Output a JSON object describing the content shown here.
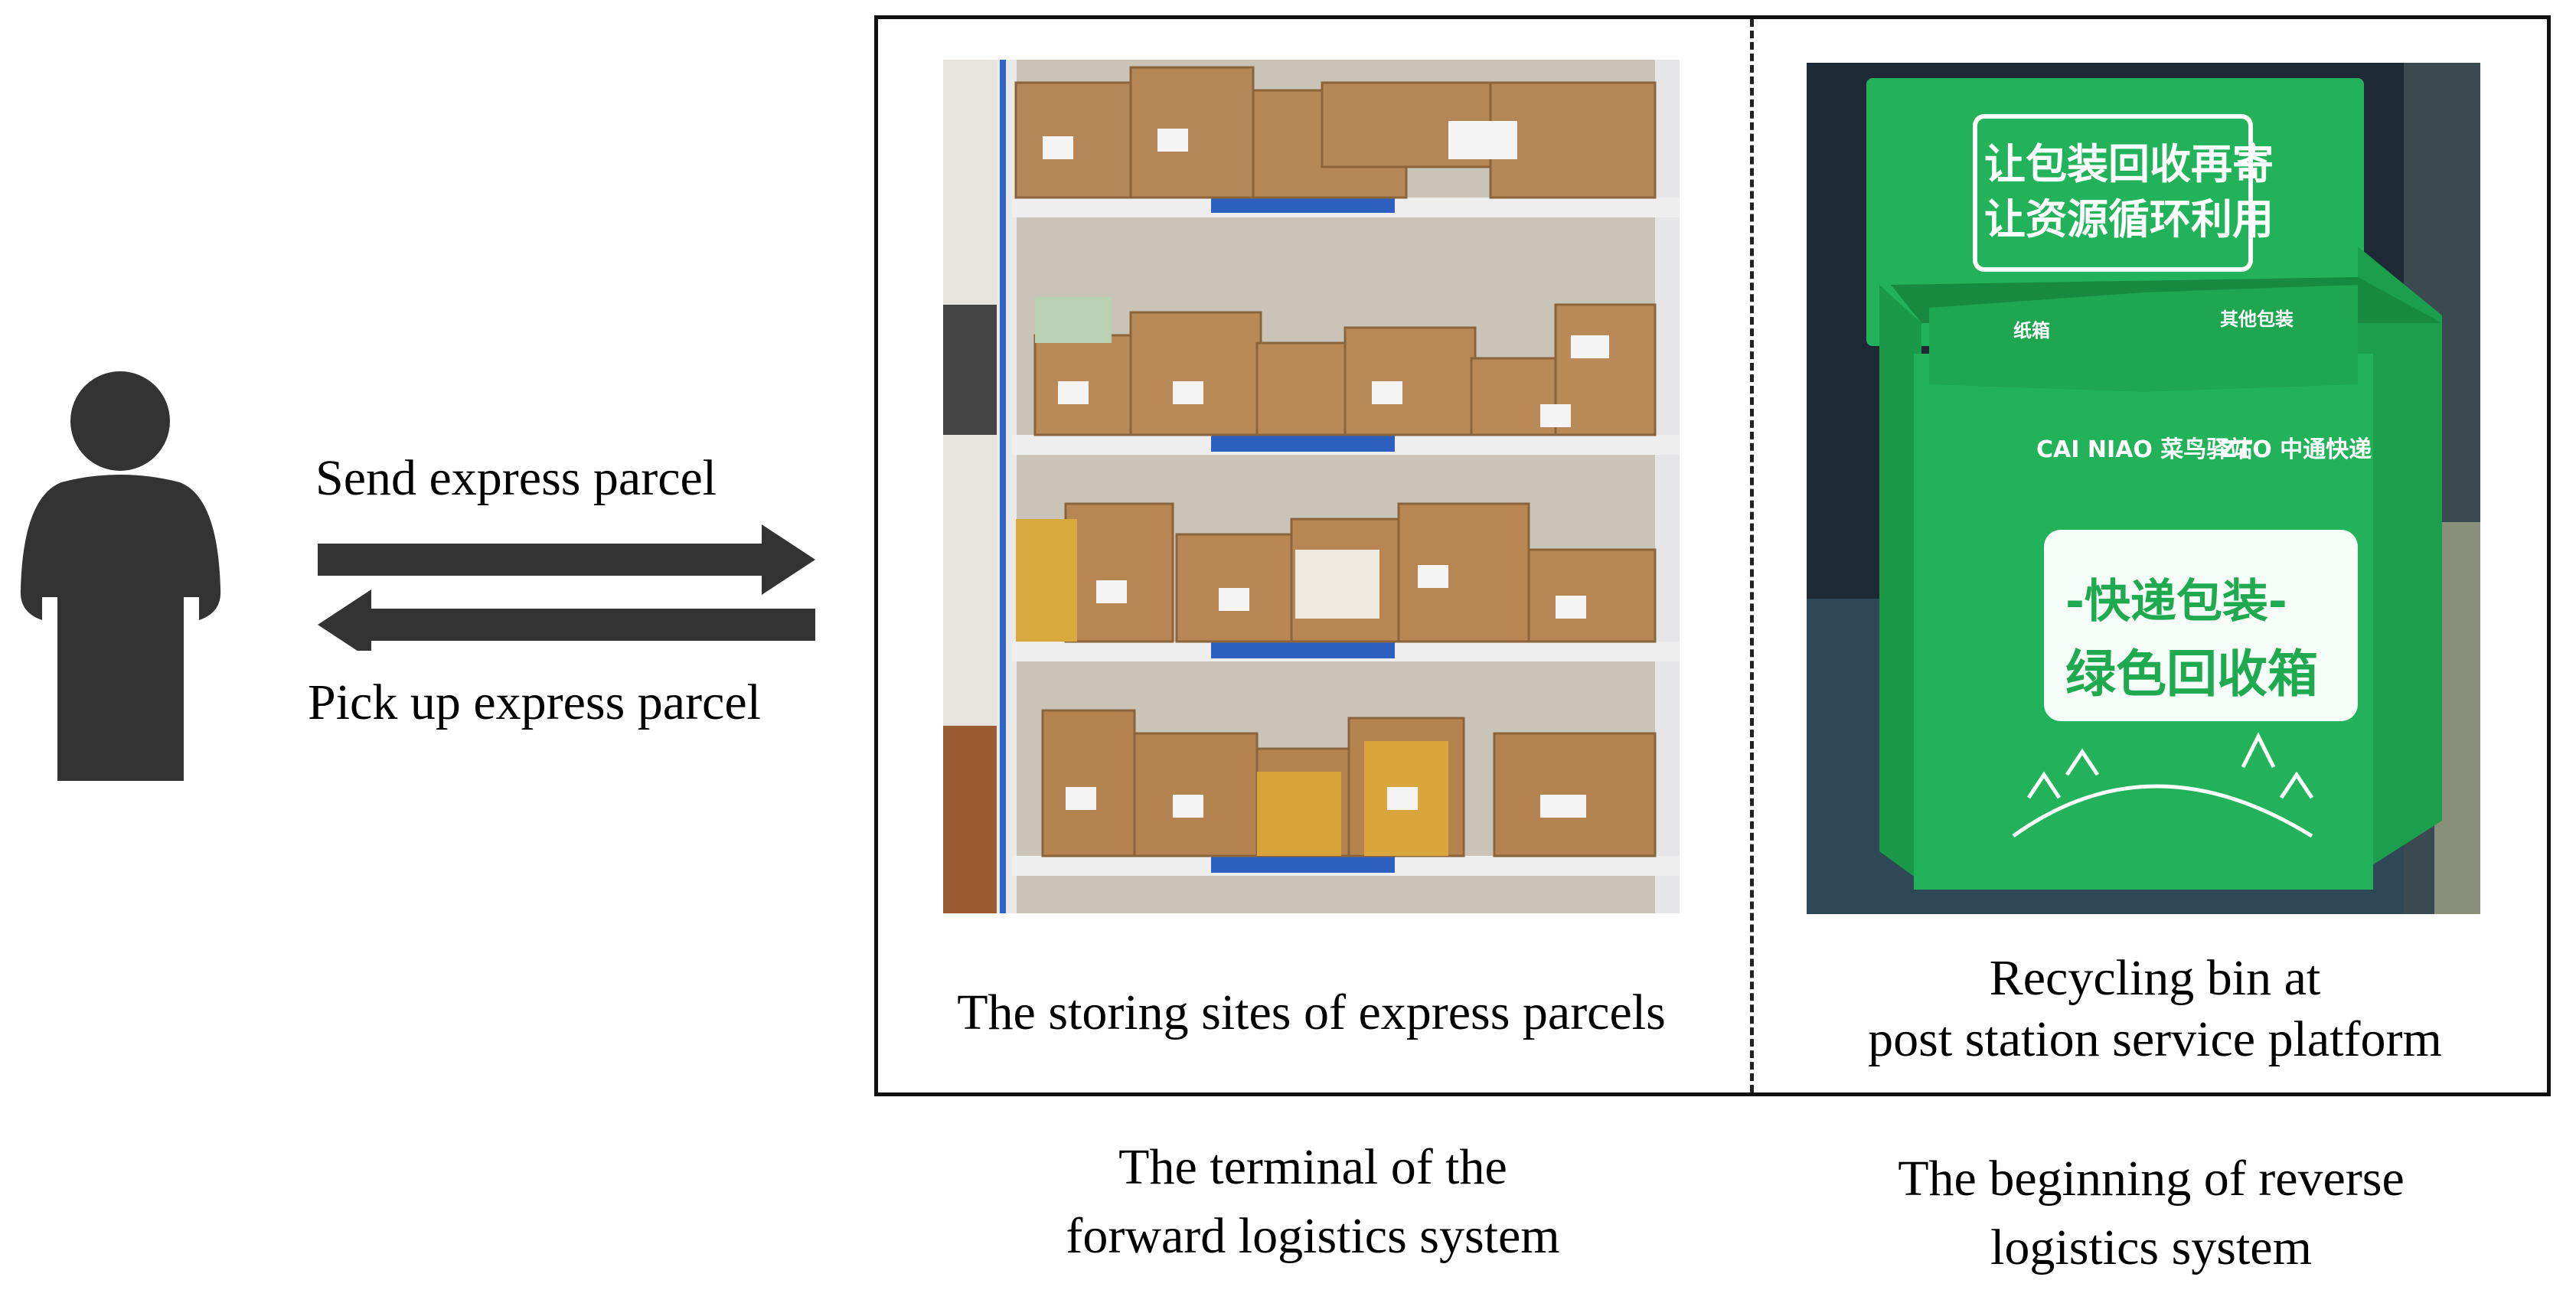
{
  "flow": {
    "send_label": "Send express parcel",
    "pickup_label": "Pick up express parcel"
  },
  "panels": {
    "left_caption": "The storing sites of express parcels",
    "right_caption_line1": "Recycling bin at",
    "right_caption_line2": "post station service platform"
  },
  "bottom_labels": {
    "left_line1": "The terminal of the",
    "left_line2": "forward logistics system",
    "right_line1": "The beginning of reverse",
    "right_line2": "logistics system"
  },
  "bin_lettering": {
    "top_line1": "让包装回收再寄",
    "top_line2": "让资源循环利用",
    "slot_left": "纸箱",
    "slot_right": "其他包装",
    "brand_left": "CAI NIAO 菜鸟驿站",
    "brand_right": "ZTO 中通快递",
    "panel_line1": "-快递包装-",
    "panel_line2": "绿色回收箱"
  },
  "colors": {
    "arrow": "#333333",
    "person": "#333333",
    "bin_green": "#22b35a",
    "cardboard": "#b78a5a"
  },
  "icons": {
    "person": "person-icon",
    "right_arrow": "right-arrow-icon",
    "left_arrow": "left-arrow-icon"
  }
}
